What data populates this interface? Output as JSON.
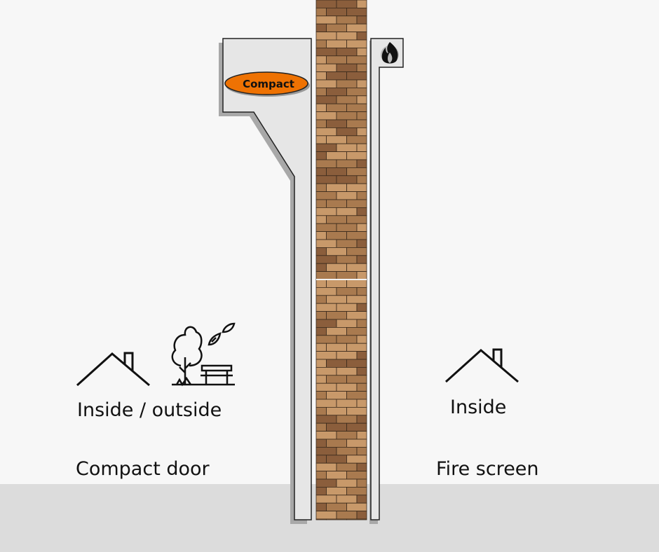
{
  "badge": {
    "label": "Compact",
    "color": "#ee7203"
  },
  "left": {
    "location": "Inside / outside",
    "product": "Compact door",
    "icons": [
      "house-icon",
      "park-tree-bench-icon"
    ]
  },
  "right": {
    "location": "Inside",
    "product": "Fire screen",
    "icons": [
      "house-icon",
      "fire-icon"
    ]
  },
  "colors": {
    "brick_light": "#c8996a",
    "brick_mid": "#a97a4f",
    "brick_dark": "#8b5e3c",
    "panel": "#e6e6e6",
    "shadow": "#a8a8a8"
  }
}
